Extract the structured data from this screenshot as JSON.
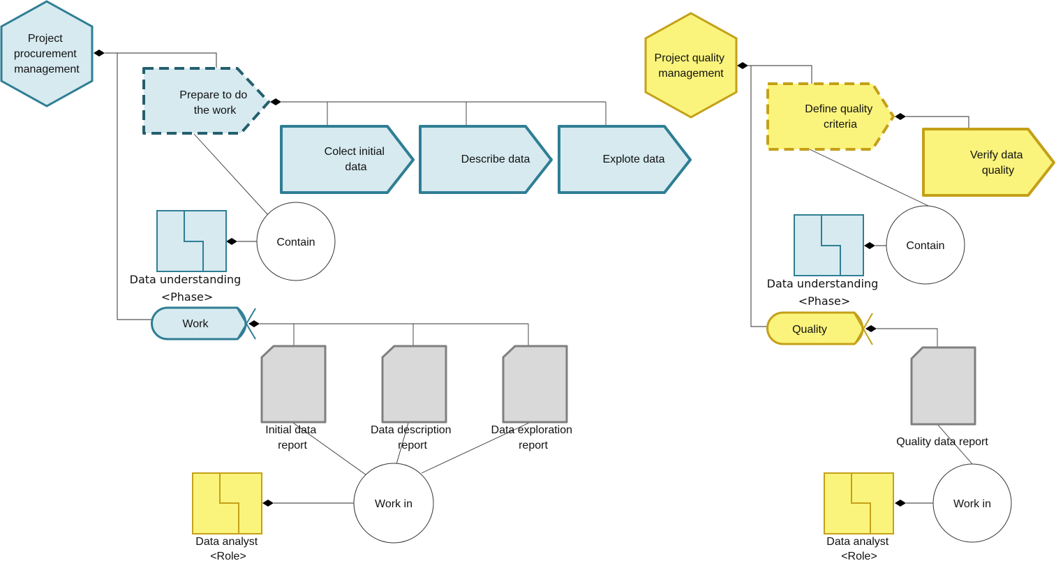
{
  "colors": {
    "blue_fill": "#d6eaf0",
    "blue_stroke": "#2f7e94",
    "blue_dash_stroke": "#255f6e",
    "yellow_fill": "#fbf47c",
    "yellow_stroke": "#c4a018",
    "doc_fill": "#d9d9d9",
    "doc_stroke": "#7f7f7f"
  },
  "left": {
    "process_group": [
      "Project",
      "procurement",
      "management"
    ],
    "parent_function": [
      "Prepare to do",
      "the work"
    ],
    "functions": [
      [
        "Colect initial",
        "data"
      ],
      [
        "Describe data"
      ],
      [
        "Explote data"
      ]
    ],
    "contain_label": "Contain",
    "phase": {
      "name": "Data understanding",
      "type": "<Phase>"
    },
    "product": "Work",
    "documents": [
      [
        "Initial data",
        "report"
      ],
      [
        "Data description",
        "report"
      ],
      [
        "Data exploration",
        "report"
      ]
    ],
    "work_in_label": "Work in",
    "role": {
      "name": "Data analyst",
      "type": "<Role>"
    }
  },
  "right": {
    "process_group": [
      "Project quality",
      "management"
    ],
    "parent_function": [
      "Define quality",
      "criteria"
    ],
    "functions": [
      [
        "Verify data",
        "quality"
      ]
    ],
    "contain_label": "Contain",
    "phase": {
      "name": "Data understanding",
      "type": "<Phase>"
    },
    "product": "Quality",
    "documents": [
      [
        "Quality data report"
      ]
    ],
    "work_in_label": "Work in",
    "role": {
      "name": "Data analyst",
      "type": "<Role>"
    }
  }
}
